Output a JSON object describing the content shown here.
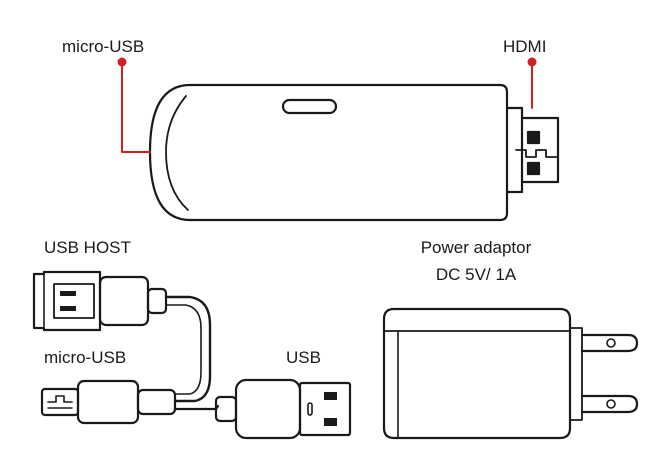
{
  "labels": {
    "micro_usb_top": "micro-USB",
    "hdmi": "HDMI",
    "usb_host": "USB HOST",
    "micro_usb_bottom": "micro-USB",
    "usb": "USB",
    "power_adaptor_line1": "Power adaptor",
    "power_adaptor_line2": "DC 5V/ 1A"
  },
  "colors": {
    "stroke": "#1a1a1a",
    "callout": "#d42020",
    "background": "#ffffff"
  }
}
